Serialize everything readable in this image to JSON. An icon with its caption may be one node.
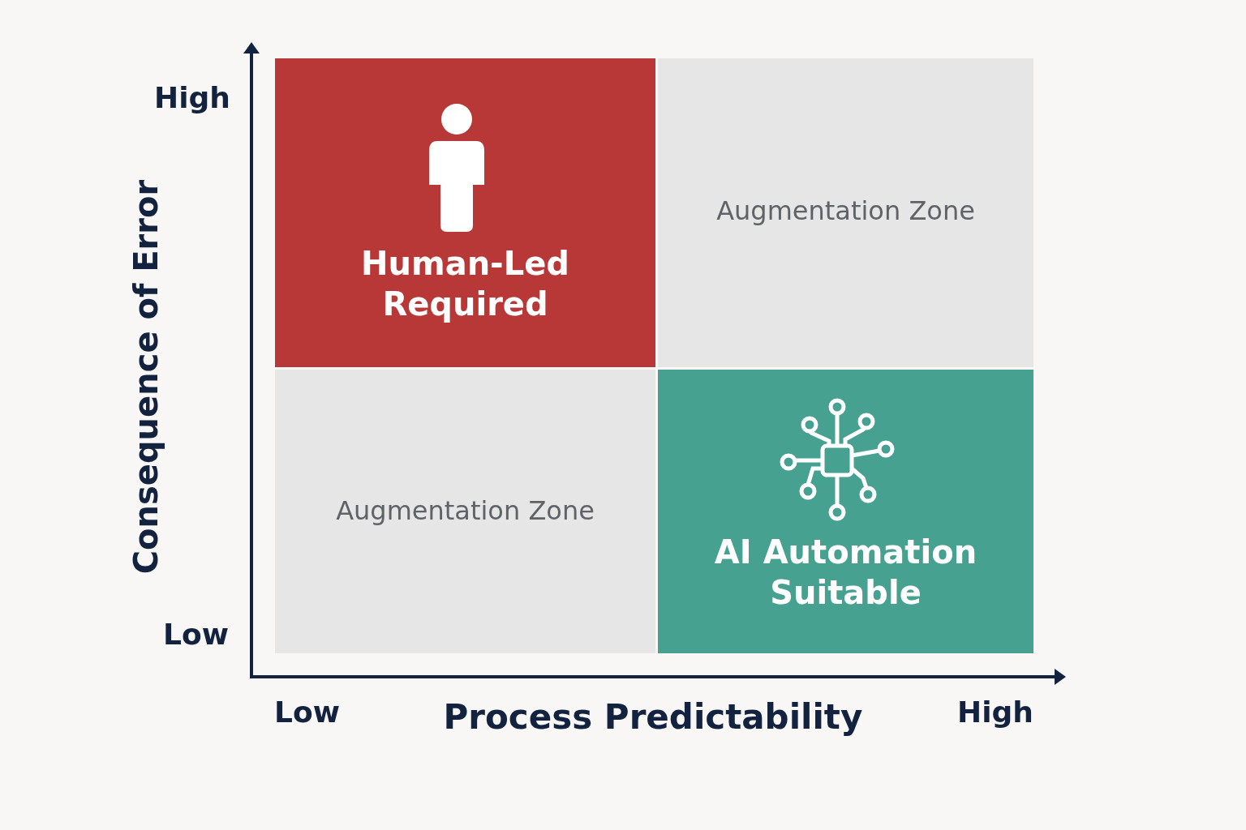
{
  "diagram": {
    "nodes": [
      {
        "text": [
          "Human-Led Required"
        ]
      },
      {
        "text": [
          "Augmentation Zone"
        ]
      },
      {
        "text": [
          "Augmentation Zone"
        ]
      },
      {
        "text": [
          "AI Automation Suitable"
        ]
      }
    ],
    "labels": [
      "High",
      "Consequence of Error",
      "Low",
      "Low",
      "Process Predictability",
      "High"
    ]
  }
}
